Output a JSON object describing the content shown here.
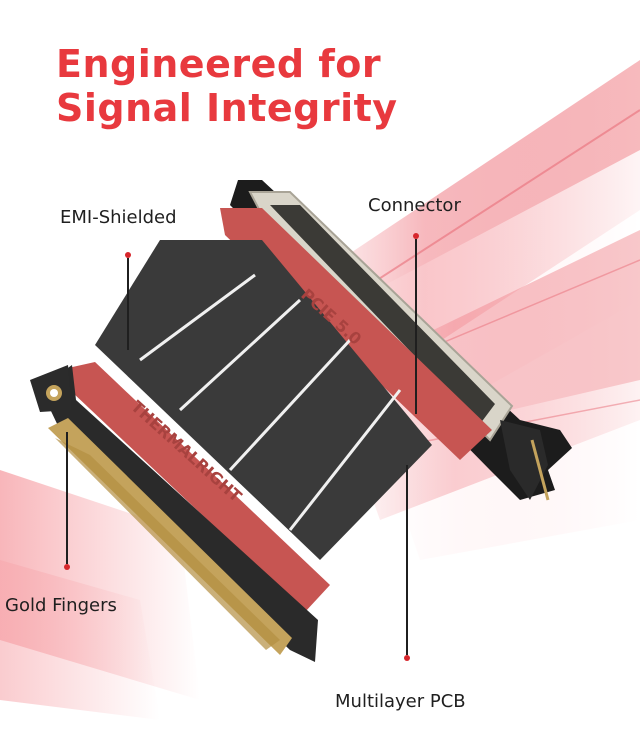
{
  "title": {
    "line1": "Engineered for",
    "line2": "Signal Integrity"
  },
  "labels": {
    "emi": "EMI-Shielded",
    "connector": "Connector",
    "gold": "Gold Fingers",
    "pcb": "Multilayer PCB"
  },
  "product_markings": {
    "pcie": "PCIE 5.0",
    "brand": "THERMALRIGHT"
  },
  "colors": {
    "title": "#e8393e",
    "accent_dot": "#d7262c",
    "label_text": "#1f1f1f",
    "cable": "#3a3a3a",
    "frame": "#c75552",
    "connector": "#d9d5c9",
    "gold": "#c4a35c"
  }
}
